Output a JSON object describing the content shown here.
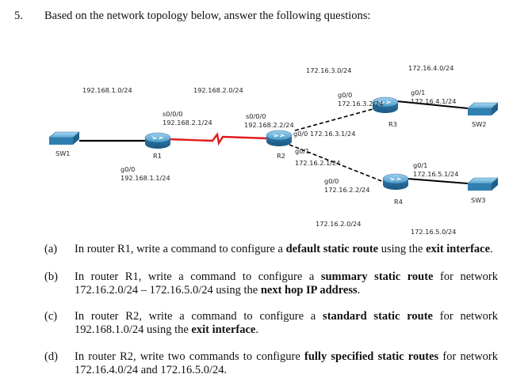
{
  "question": {
    "number": "5.",
    "heading": "Based on the network topology below, answer the following questions:"
  },
  "topology": {
    "networks": {
      "n192_168_1": "192.168.1.0/24",
      "n192_168_2": "192.168.2.0/24",
      "n172_16_3": "172.16.3.0/24",
      "n172_16_4": "172.16.4.0/24",
      "n172_16_2": "172.16.2.0/24",
      "n172_16_5": "172.16.5.0/24"
    },
    "devices": {
      "sw1": "SW1",
      "sw2": "SW2",
      "sw3": "SW3",
      "r1": "R1",
      "r2": "R2",
      "r3": "R3",
      "r4": "R4"
    },
    "interfaces": {
      "r1_s000": "s0/0/0",
      "r1_s000_ip": "192.168.2.1/24",
      "r1_g00": "g0/0",
      "r1_g00_ip": "192.168.1.1/24",
      "r2_s000": "s0/0/0",
      "r2_s000_ip": "192.168.2.2/24",
      "r2_g00_ip": "g0/0 172.16.3.1/24",
      "r2_g01": "g0/1",
      "r2_g01_ip": "172.16.2.1/24",
      "r3_g00": "g0/0",
      "r3_g00_ip": "172.16.3.2/24",
      "r3_g01": "g0/1",
      "r3_g01_ip": "172.16.4.1/24",
      "r4_g00": "g0/0",
      "r4_g00_ip": "172.16.2.2/24",
      "r4_g01": "g0/1",
      "r4_g01_ip": "172.16.5.1/24"
    },
    "colors": {
      "ethernet": "#000000",
      "serial": "#e01b1b",
      "router_body": "#3a87b5",
      "switch_body": "#3f94c2"
    }
  },
  "subquestions": [
    {
      "label": "(a)",
      "parts": [
        "In router R1, write a command to configure a ",
        "default static route",
        " using the ",
        "exit interface",
        "."
      ]
    },
    {
      "label": "(b)",
      "parts": [
        "In router R1, write a command to configure a ",
        "summary static route",
        " for network 172.16.2.0/24 – 172.16.5.0/24 using the ",
        "next hop IP address",
        "."
      ]
    },
    {
      "label": "(c)",
      "parts": [
        "In router R2, write a command to configure a ",
        "standard static route",
        " for network 192.168.1.0/24 using the ",
        "exit interface",
        "."
      ]
    },
    {
      "label": "(d)",
      "parts": [
        "In router R2, write two commands to configure ",
        "fully specified static routes",
        " for network 172.16.4.0/24 and 172.16.5.0/24.",
        "",
        ""
      ]
    }
  ]
}
